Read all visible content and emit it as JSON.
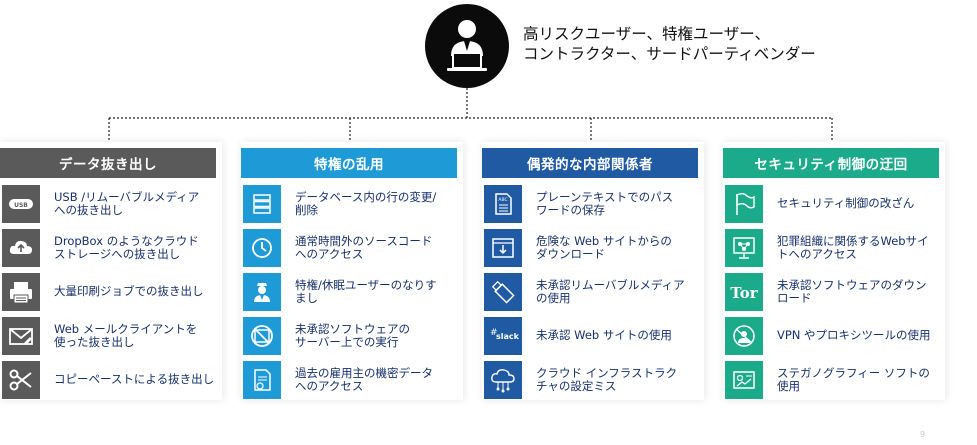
{
  "hub": {
    "icon": "user-at-laptop-icon",
    "line1": "高リスクユーザー、特権ユーザー、",
    "line2": "コントラクター、サードパーティベンダー"
  },
  "columns": [
    {
      "title": "データ抜き出し",
      "color": "#5a5a5a",
      "items": [
        {
          "icon": "usb-icon",
          "label": "USB /リムーバブルメディアへの抜き出し"
        },
        {
          "icon": "cloud-upload-icon",
          "label": "DropBox のようなクラウドストレージへの抜き出し"
        },
        {
          "icon": "printer-icon",
          "label": "大量印刷ジョブでの抜き出し"
        },
        {
          "icon": "mail-icon",
          "label": "Web メールクライアントを使った抜き出し"
        },
        {
          "icon": "scissors-icon",
          "label": "コピーペーストによる抜き出し"
        }
      ]
    },
    {
      "title": "特権の乱用",
      "color": "#1e9ad6",
      "items": [
        {
          "icon": "database-icon",
          "label": "データベース内の行の変更/削除"
        },
        {
          "icon": "clock-icon",
          "label": "通常時間外のソースコードへのアクセス"
        },
        {
          "icon": "user-badge-icon",
          "label": "特権/休眠ユーザーのなりすまし"
        },
        {
          "icon": "no-software-icon",
          "label": "未承認ソフトウェアのサーバー上での実行"
        },
        {
          "icon": "document-icon",
          "label": "過去の雇用主の機密データへのアクセス"
        }
      ]
    },
    {
      "title": "偶発的な内部関係者",
      "color": "#1f5aa2",
      "items": [
        {
          "icon": "text-file-icon",
          "label": "プレーンテキストでのパスワードの保存"
        },
        {
          "icon": "download-window-icon",
          "label": "危険な Web サイトからのダウンロード"
        },
        {
          "icon": "usb-stick-icon",
          "label": "未承認リムーバブルメディアの使用"
        },
        {
          "icon": "slack-icon",
          "label": "未承認 Web サイトの使用"
        },
        {
          "icon": "cloud-network-icon",
          "label": "クラウド インフラストラクチャの設定ミス"
        }
      ]
    },
    {
      "title": "セキュリティ制御の迂回",
      "color": "#1bab8b",
      "items": [
        {
          "icon": "flag-icon",
          "label": "セキュリティ制御の改ざん"
        },
        {
          "icon": "crime-network-icon",
          "label": "犯罪組織に関係するWebサイトへのアクセス"
        },
        {
          "icon": "tor-icon",
          "label": "未承認ソフトウェアのダウンロード"
        },
        {
          "icon": "vpn-proxy-icon",
          "label": "VPN やプロキシツールの使用"
        },
        {
          "icon": "steganography-icon",
          "label": "ステガノグラフィー ソフトの使用"
        }
      ]
    }
  ],
  "item_lines": [
    [
      [
        "USB /リムーバブルメディア",
        "への抜き出し"
      ],
      [
        "DropBox のようなクラウド",
        "ストレージへの抜き出し"
      ],
      [
        "大量印刷ジョブでの抜き出し"
      ],
      [
        "Web メールクライアントを",
        "使った抜き出し"
      ],
      [
        "コピーペーストによる抜き出し"
      ]
    ],
    [
      [
        "データベース内の行の変更/",
        "削除"
      ],
      [
        "通常時間外のソースコード",
        "へのアクセス"
      ],
      [
        "特権/休眠ユーザーのなりす",
        "まし"
      ],
      [
        "未承認ソフトウェアの",
        "サーバー上での実行"
      ],
      [
        "過去の雇用主の機密データ",
        "へのアクセス"
      ]
    ],
    [
      [
        "プレーンテキストでのパス",
        "ワードの保存"
      ],
      [
        "危険な Web サイトからの",
        "ダウンロード"
      ],
      [
        "未承認リムーバブルメディア",
        "の使用"
      ],
      [
        "未承認 Web サイトの使用"
      ],
      [
        "クラウド インフラストラク",
        "チャの設定ミス"
      ]
    ],
    [
      [
        "セキュリティ制御の改ざん"
      ],
      [
        "犯罪組織に関係するWebサイ",
        "トへのアクセス"
      ],
      [
        "未承認ソフトウェアのダウン",
        "ロード"
      ],
      [
        "VPN やプロキシツールの使用"
      ],
      [
        "ステガノグラフィー ソフトの",
        "使用"
      ]
    ]
  ],
  "slack_text": "slack",
  "tor_text": "Tor",
  "page_number": "9"
}
